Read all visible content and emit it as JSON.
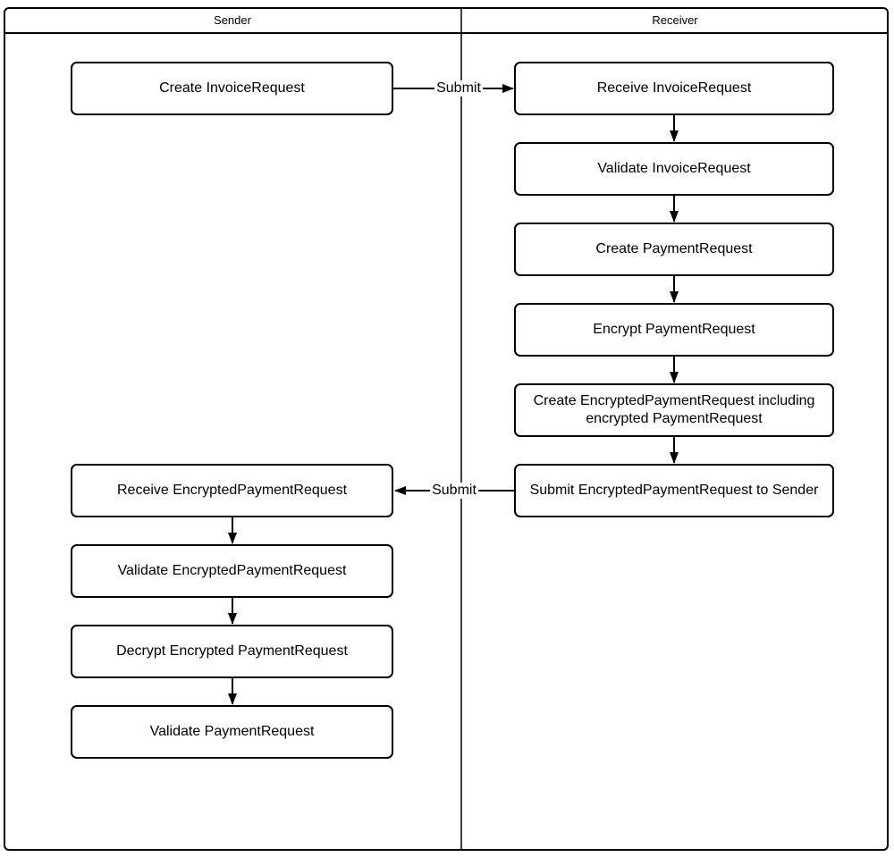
{
  "diagram": {
    "type": "swimlane-flowchart",
    "background_color": "#ffffff",
    "stroke_color": "#000000",
    "lanes": [
      {
        "label": "Sender"
      },
      {
        "label": "Receiver"
      }
    ],
    "sender_nodes": [
      {
        "label": "Create InvoiceRequest"
      },
      {
        "label": "Receive EncryptedPaymentRequest"
      },
      {
        "label": "Validate EncryptedPaymentRequest"
      },
      {
        "label": "Decrypt Encrypted PaymentRequest"
      },
      {
        "label": "Validate PaymentRequest"
      }
    ],
    "receiver_nodes": [
      {
        "label": "Receive InvoiceRequest"
      },
      {
        "label": "Validate InvoiceRequest"
      },
      {
        "label": "Create PaymentRequest"
      },
      {
        "label": "Encrypt PaymentRequest"
      },
      {
        "label": "Create EncryptedPaymentRequest including encrypted PaymentRequest"
      },
      {
        "label": "Submit EncryptedPaymentRequest to Sender"
      }
    ],
    "edges": {
      "submit_invoice_label": "Submit",
      "submit_payment_label": "Submit"
    }
  }
}
